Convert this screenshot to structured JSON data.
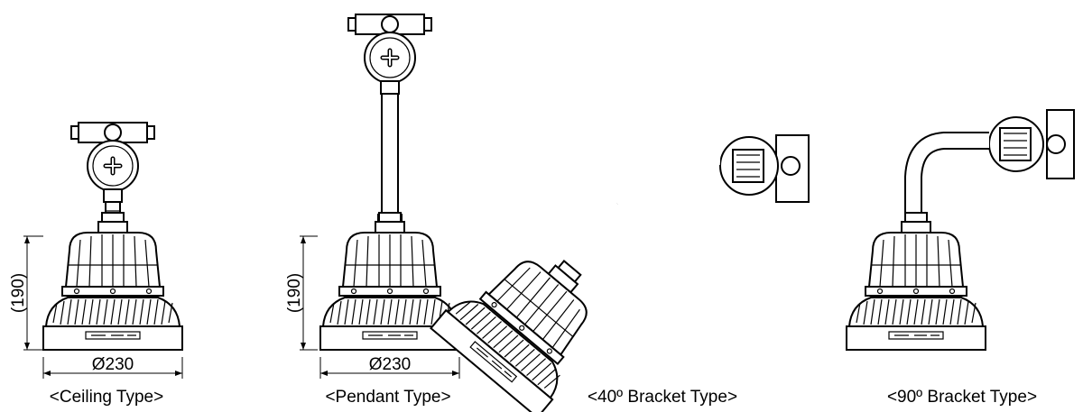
{
  "views": [
    {
      "caption": "<Ceiling Type>",
      "height_label": "(190)",
      "diameter_label": "Ø230"
    },
    {
      "caption": "<Pendant Type>",
      "height_label": "(190)",
      "diameter_label": "Ø230"
    },
    {
      "caption": "<40º Bracket Type>"
    },
    {
      "caption": "<90º Bracket Type>"
    }
  ]
}
